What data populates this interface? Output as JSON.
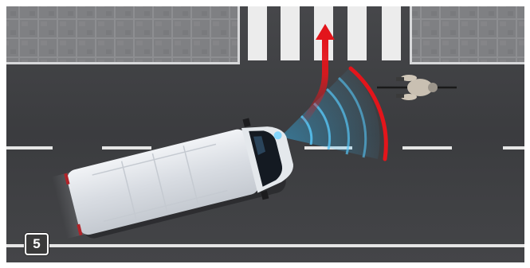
{
  "figure": {
    "step_number": "5",
    "description_icons": [
      "van",
      "cyclist",
      "sensor-radar-cone",
      "turn-arrow",
      "warning-arc",
      "crosswalk"
    ]
  },
  "colors": {
    "asphalt": "#3d3e41",
    "pavement": "#8a8b8e",
    "lane_marking": "#e9e9e9",
    "radar_blue": "#39b8f0",
    "warning_red": "#e3151b",
    "van_body": "#dfe3e8"
  }
}
